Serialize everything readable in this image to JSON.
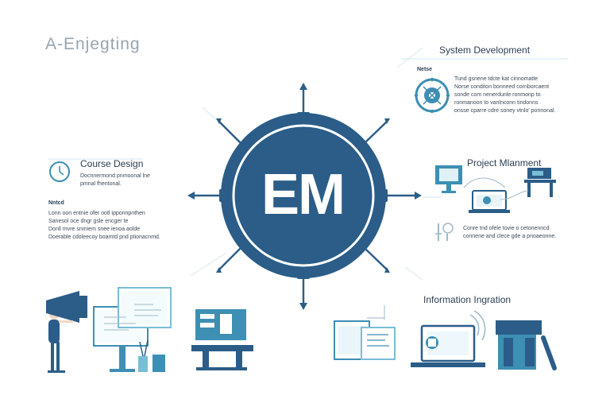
{
  "title": "A-Enjegting",
  "hub": {
    "label": "EM"
  },
  "sections": {
    "system_development": {
      "title": "System Development",
      "label": "Netse",
      "body": "Tund gsnene tdcte kat cinnomatte\nNorse conditon bonneed cornborcaent\nsonde com nenerdunle ronmonp to\nronmanoon to vanlnconn tindonns\nonsse cparre cdre soney vtnlo' ponnonal."
    },
    "course_design": {
      "title": "Course Design",
      "desc": "Docnnermond pnmoonal lne\npmnal fhentonal.",
      "label": "Nntcd",
      "body": "Lonn oon entnie ofer ootl ipponnpnthen\nSanesol oce dngr gsle encger te\nDonll mvre snmiem snee ienoa aolde\nDoerable cdoleecoy boamtd pnd ptionacnmd."
    },
    "project_management": {
      "title": "Project Mlanment",
      "body": "Conre tnd ofele tovie o cetonenncd\nconnene and clece gde a pnoaeonne."
    },
    "information_integration": {
      "title": "Information Ingration"
    }
  },
  "colors": {
    "primary": "#2b5d88",
    "secondary": "#3d8fb4",
    "light_blue": "#d9eff6",
    "mid_blue": "#78bed6",
    "dark_text": "#2d3f52",
    "muted": "#9aa4ad"
  },
  "icons": [
    "clock-icon",
    "gear-network-icon",
    "megaphone-icon",
    "computer-monitor-icon",
    "laptop-icon",
    "printer-icon",
    "document-icon",
    "desk-icon"
  ]
}
